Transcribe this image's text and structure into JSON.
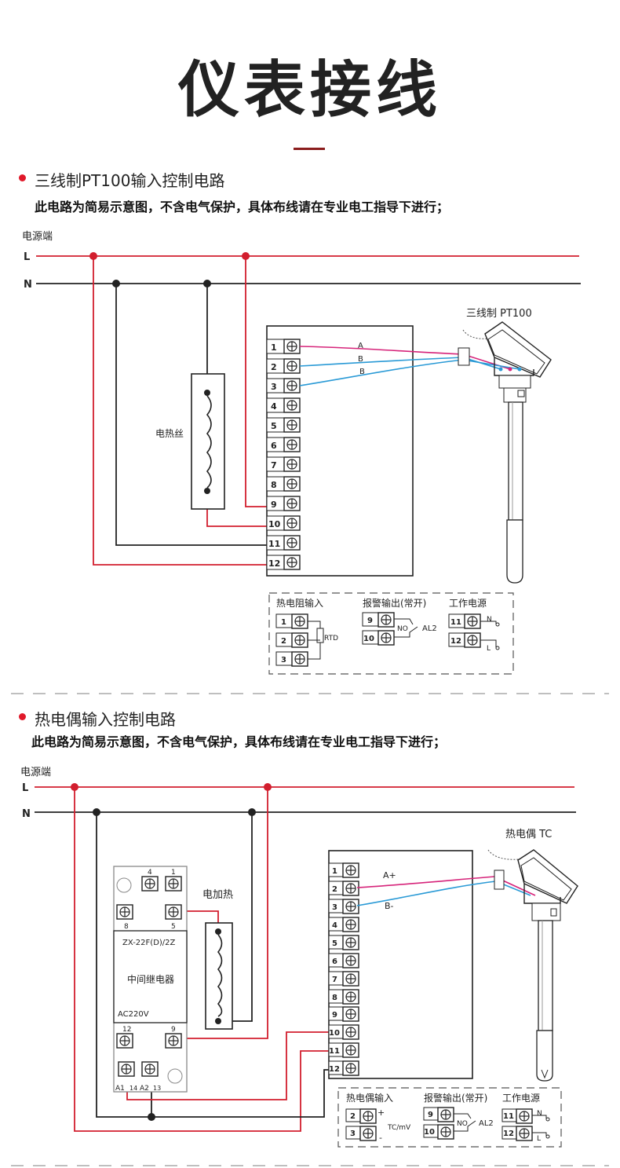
{
  "page": {
    "title": "仪表接线"
  },
  "sections": [
    {
      "heading": "三线制PT100输入控制电路",
      "note": "此电路为简易示意图，不含电气保护，具体布线请在专业电工指导下进行；",
      "power_label": "电源端",
      "line_L": "L",
      "line_N": "N",
      "heater_label": "电热丝",
      "sensor_label": "三线制 PT100",
      "wire_labels": [
        "A",
        "B",
        "B"
      ],
      "terminals": [
        "1",
        "2",
        "3",
        "4",
        "5",
        "6",
        "7",
        "8",
        "9",
        "10",
        "11",
        "12"
      ],
      "legend": {
        "input_title": "热电阻输入",
        "input_terms": [
          "1",
          "2",
          "3"
        ],
        "input_tag": "RTD",
        "alarm_title": "报警输出(常开)",
        "alarm_terms": [
          "9",
          "10"
        ],
        "alarm_no": "NO",
        "alarm_tag": "AL2",
        "power_title": "工作电源",
        "power_terms": [
          "11",
          "12"
        ],
        "power_n": "N",
        "power_l": "L"
      }
    },
    {
      "heading": "热电偶输入控制电路",
      "note": "此电路为简易示意图，不含电气保护，具体布线请在专业电工指导下进行；",
      "power_label": "电源端",
      "line_L": "L",
      "line_N": "N",
      "heater_label": "电加热",
      "sensor_label": "热电偶 TC",
      "wire_labels": [
        "A+",
        "B-"
      ],
      "terminals": [
        "1",
        "2",
        "3",
        "4",
        "5",
        "6",
        "7",
        "8",
        "9",
        "10",
        "11",
        "12"
      ],
      "relay": {
        "model": "ZX-22F(D)/2Z",
        "name": "中间继电器",
        "rating": "AC220V",
        "pins_top": [
          "4",
          "1"
        ],
        "pins_mid": [
          "8",
          "5"
        ],
        "pins_low": [
          "12",
          "9"
        ],
        "pins_bottom": [
          "A1",
          "14",
          "A2",
          "13"
        ]
      },
      "legend": {
        "input_title": "热电偶输入",
        "input_terms": [
          "2",
          "3"
        ],
        "input_plus": "+",
        "input_minus": "-",
        "input_tag": "TC/mV",
        "alarm_title": "报警输出(常开)",
        "alarm_terms": [
          "9",
          "10"
        ],
        "alarm_no": "NO",
        "alarm_tag": "AL2",
        "power_title": "工作电源",
        "power_terms": [
          "11",
          "12"
        ],
        "power_n": "N",
        "power_l": "L"
      }
    }
  ]
}
